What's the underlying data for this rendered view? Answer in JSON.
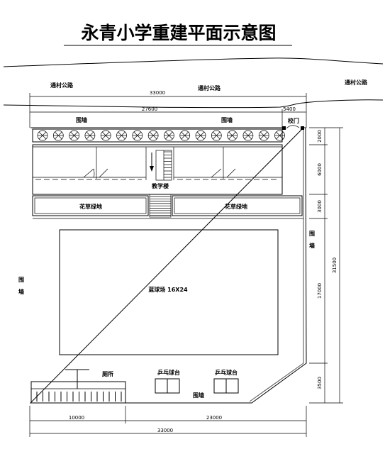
{
  "title": "永青小学重建平面示意图",
  "roads": {
    "top_left": "通村公路",
    "top_center": "通村公路",
    "top_right": "通村公路"
  },
  "labels": {
    "wall_top_left": "围墙",
    "wall_top_right": "围墙",
    "school_gate": "校门",
    "teaching_building": "教学楼",
    "garden_left": "花草绿地",
    "garden_right": "花草绿地",
    "wall_left": "围墙",
    "wall_right": "围墙",
    "basketball_court": "蓝球场 16X24",
    "toilet": "厕所",
    "pingpong_1": "乒乓球台",
    "pingpong_2": "乒乓球台",
    "wall_bottom": "围墙"
  },
  "dimensions": {
    "top_total": "33000",
    "top_sub": "27600",
    "top_gate": "5400",
    "right_2000": "2000",
    "right_6000": "6000",
    "right_3000": "3000",
    "right_17000": "17000",
    "right_3500": "3500",
    "right_total": "31500",
    "bottom_left": "10000",
    "bottom_right": "23000",
    "bottom_total": "33000"
  }
}
